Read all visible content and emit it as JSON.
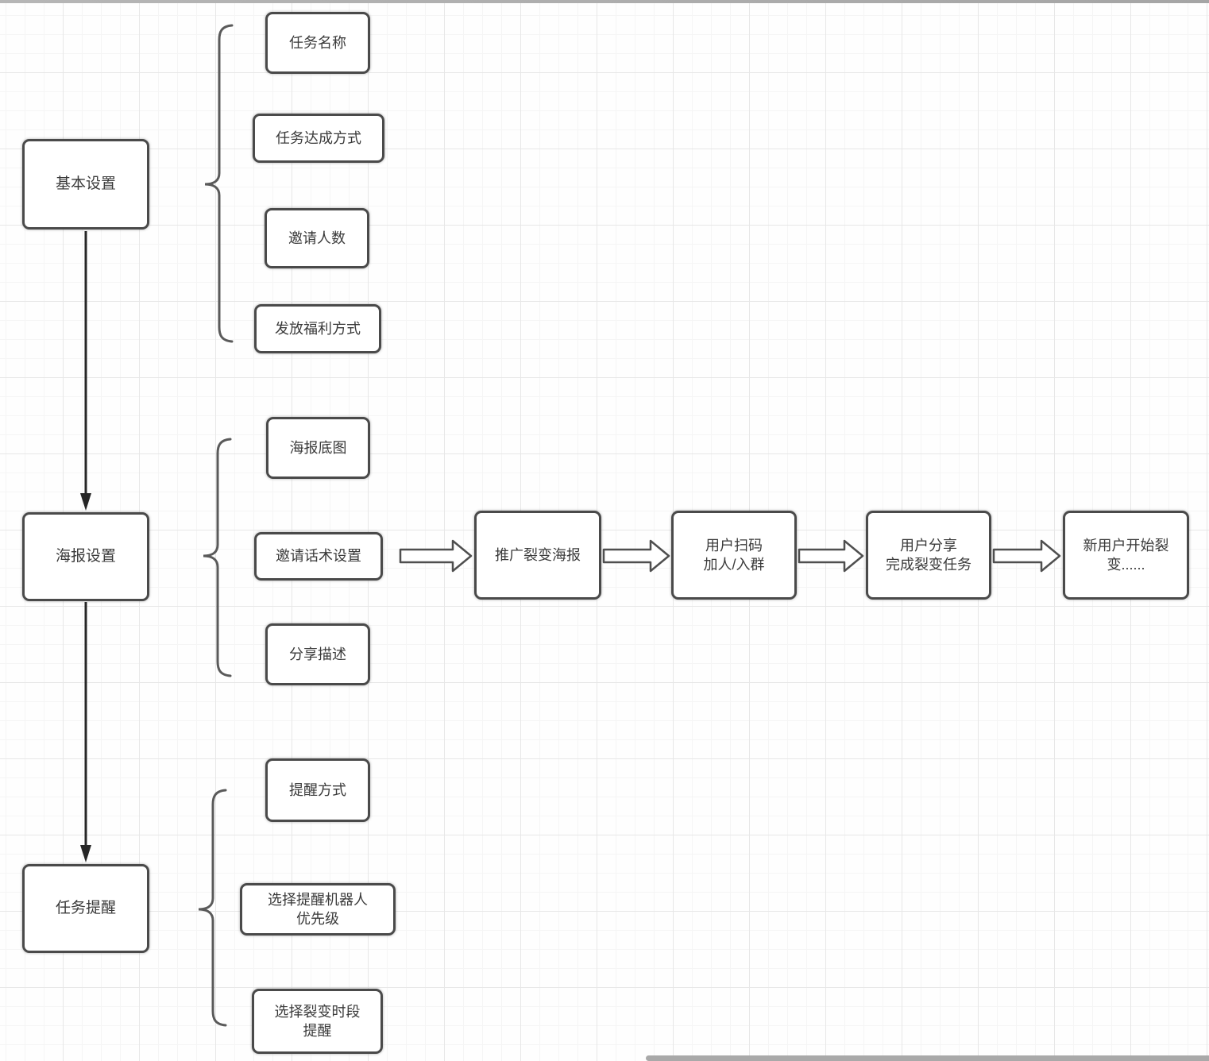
{
  "diagram": {
    "groups": [
      {
        "parent": "基本设置",
        "children": [
          "任务名称",
          "任务达成方式",
          "邀请人数",
          "发放福利方式"
        ]
      },
      {
        "parent": "海报设置",
        "children": [
          "海报底图",
          "邀请话术设置",
          "分享描述"
        ]
      },
      {
        "parent": "任务提醒",
        "children": [
          "提醒方式",
          "选择提醒机器人\n优先级",
          "选择裂变时段\n提醒"
        ]
      }
    ],
    "flow": [
      "推广裂变海报",
      "用户扫码\n加人/入群",
      "用户分享\n完成裂变任务",
      "新用户开始裂\n变......"
    ],
    "colors": {
      "node_border": "#4a4a4a",
      "node_text": "#3a3a3a",
      "arrow": "#262626",
      "brace": "#5a5a5a",
      "grid_minor": "#f5f5f5",
      "grid_major": "#e7e7e7",
      "scrollbar": "#a9a9a9"
    }
  }
}
